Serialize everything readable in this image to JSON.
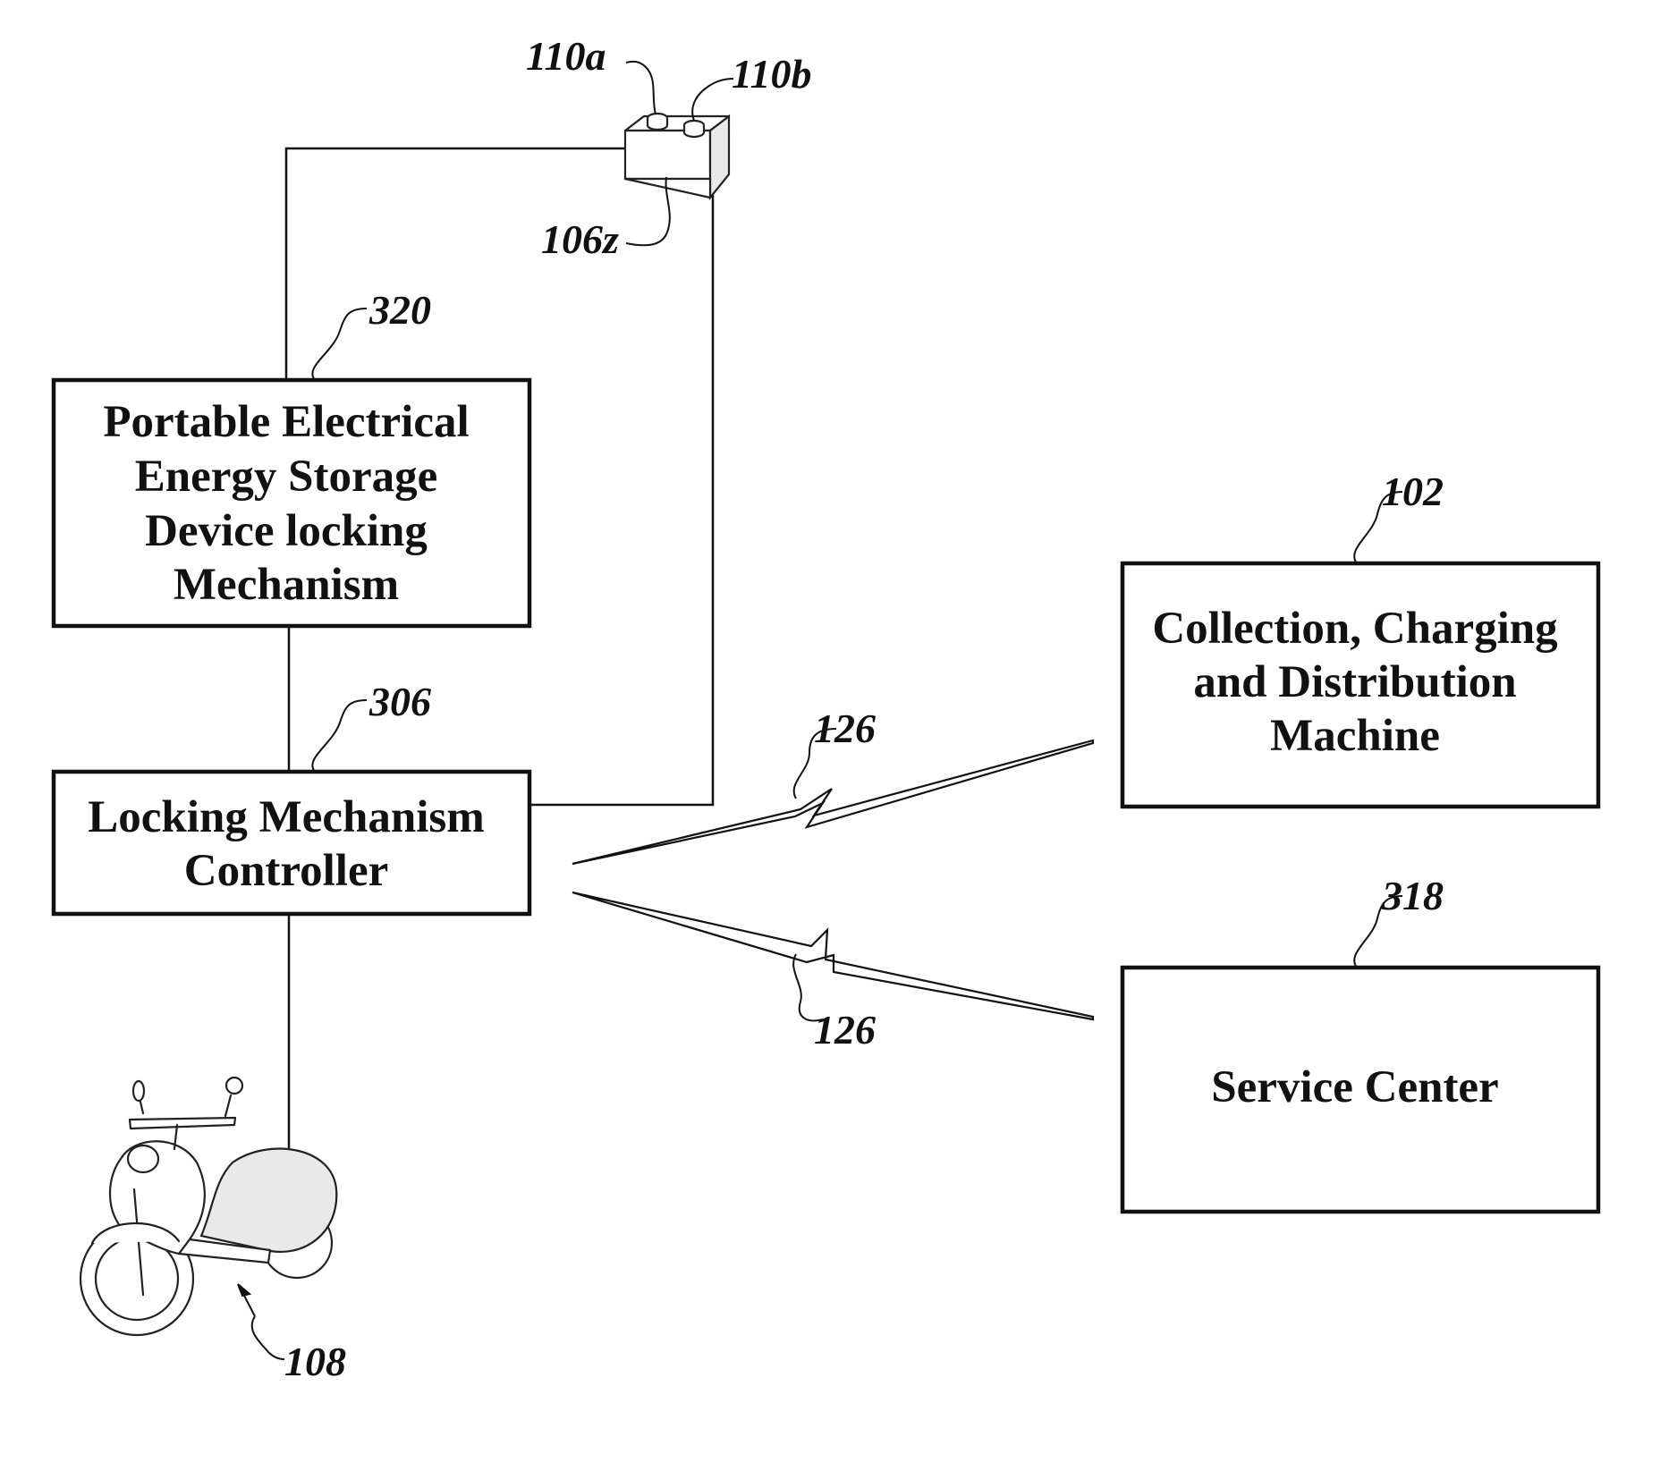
{
  "boxes": {
    "locking_mechanism": {
      "ref": "320",
      "lines": [
        "Portable Electrical",
        "Energy Storage",
        "Device locking",
        "Mechanism"
      ]
    },
    "controller": {
      "ref": "306",
      "lines": [
        "Locking Mechanism",
        "Controller"
      ]
    },
    "machine": {
      "ref": "102",
      "lines": [
        "Collection, Charging",
        "and Distribution",
        "Machine"
      ]
    },
    "service_center": {
      "ref": "318",
      "lines": [
        "Service Center"
      ]
    }
  },
  "battery": {
    "ref": "106z",
    "terminal_a": "110a",
    "terminal_b": "110b"
  },
  "links": {
    "upper_ref": "126",
    "lower_ref": "126"
  },
  "vehicle": {
    "ref": "108"
  }
}
